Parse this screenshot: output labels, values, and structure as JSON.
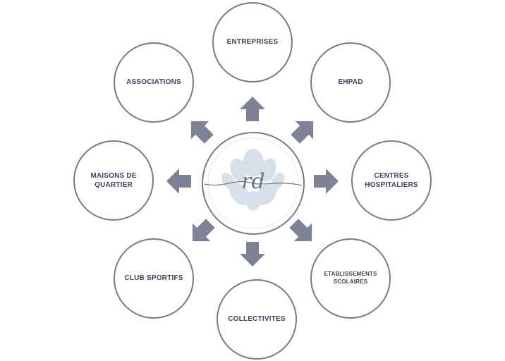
{
  "diagram": {
    "center": {
      "logo_text": "rd"
    },
    "nodes": [
      {
        "id": "entreprises",
        "label": "ENTREPRISES"
      },
      {
        "id": "ehpad",
        "label": "EHPAD"
      },
      {
        "id": "centres-hospitaliers",
        "label": "CENTRES\nHOSPITALIERS"
      },
      {
        "id": "etablissements-scolaires",
        "label": "ETABLISSEMENTS\nSCOLAIRES"
      },
      {
        "id": "collectivites",
        "label": "COLLECTIVITES"
      },
      {
        "id": "club-sportifs",
        "label": "CLUB SPORTIFS"
      },
      {
        "id": "maisons-de-quartier",
        "label": "MAISONS DE\nQUARTIER"
      },
      {
        "id": "associations",
        "label": "ASSOCIATIONS"
      }
    ],
    "colors": {
      "circle_border": "#757a90",
      "arrow": "#7d8297",
      "logo_fill": "#d7dfeb",
      "text": "#3f4458"
    }
  }
}
